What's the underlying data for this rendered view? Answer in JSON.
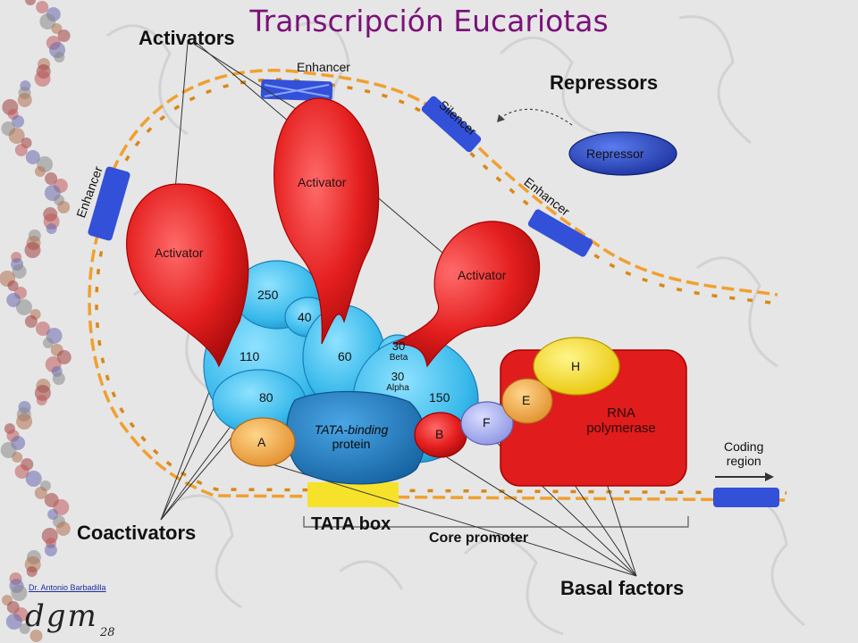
{
  "title": "Transcripción Eucariotas",
  "labels": {
    "activators": "Activators",
    "repressors": "Repressors",
    "coactivators": "Coactivators",
    "tata_box": "TATA box",
    "core_promoter": "Core promoter",
    "basal_factors": "Basal factors",
    "coding_region_1": "Coding",
    "coding_region_2": "region"
  },
  "dna_elements": {
    "enhancer_top": "Enhancer",
    "enhancer_left": "Enhancer",
    "enhancer_right": "Enhancer",
    "silencer": "Silencer"
  },
  "proteins": {
    "activator_left": "Activator",
    "activator_center": "Activator",
    "activator_right": "Activator",
    "repressor": "Repressor",
    "tbp_line1": "TATA-binding",
    "tbp_line2": "protein",
    "rna_pol_line1": "RNA",
    "rna_pol_line2": "polymerase"
  },
  "factors": {
    "f250": "250",
    "f40": "40",
    "f110": "110",
    "f60": "60",
    "f80": "80",
    "f30a": "30",
    "beta": "Beta",
    "f30b": "30",
    "alpha": "Alpha",
    "f150": "150",
    "A": "A",
    "B": "B",
    "F": "F",
    "E": "E",
    "H": "H"
  },
  "footer": {
    "author": "Dr. Antonio Barbadilla",
    "logo": "dgm",
    "page_number": "28"
  },
  "colors": {
    "title": "#7a1279",
    "activator": "#e41e1e",
    "tfiid": "#3cc0ec",
    "tbp": "#1a7bc4",
    "rna_pol": "#e01c1c",
    "repressor": "#1f3fb5",
    "dna": "#f0a030",
    "tata_box": "#f6e22a"
  }
}
